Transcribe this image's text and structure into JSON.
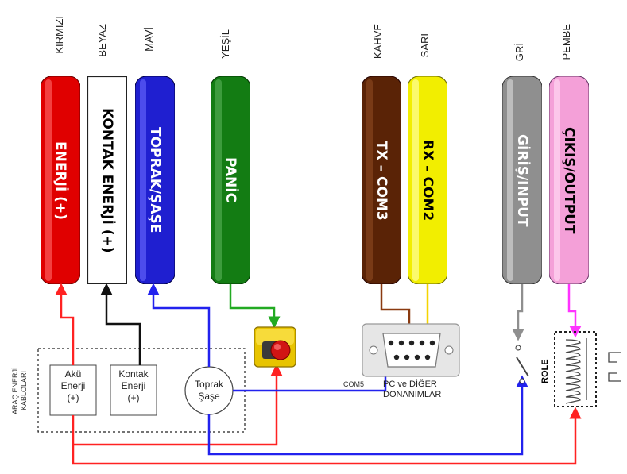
{
  "wires": [
    {
      "color_name": "KIRMIZI",
      "label": "ENERJİ (+)",
      "fill": "#e00000",
      "text": "#ffffff"
    },
    {
      "color_name": "BEYAZ",
      "label": "KONTAK ENERJİ (+)",
      "fill": "#ffffff",
      "text": "#000000"
    },
    {
      "color_name": "MAVİ",
      "label": "TOPRAK/ŞAŞE",
      "fill": "#1f1fd0",
      "text": "#ffffff"
    },
    {
      "color_name": "YEŞİL",
      "label": "PANİC",
      "fill": "#137c13",
      "text": "#ffffff"
    },
    {
      "color_name": "KAHVE",
      "label": "TX – COM3",
      "fill": "#5a2306",
      "text": "#ffffff"
    },
    {
      "color_name": "SARI",
      "label": "RX – COM2",
      "fill": "#f2ee00",
      "text": "#000000"
    },
    {
      "color_name": "GRİ",
      "label": "GİRİŞ/INPUT",
      "fill": "#8f8f8f",
      "text": "#ffffff"
    },
    {
      "color_name": "PEMBE",
      "label": "ÇIKIŞ/OUTPUT",
      "fill": "#f4a0d8",
      "text": "#000000"
    }
  ],
  "vehicle_group_label": [
    "ARAÇ ENERJİ",
    "KABLOLARI"
  ],
  "battery": {
    "line1": "Akü",
    "line2": "Enerji",
    "line3": "(+)"
  },
  "ignition": {
    "line1": "Kontak",
    "line2": "Enerji",
    "line3": "(+)"
  },
  "ground": {
    "line1": "Toprak",
    "line2": "Şaşe"
  },
  "com_label": "COM5",
  "pc_label": {
    "line1": "PC ve DİĞER",
    "line2": "DONANIMLAR"
  },
  "relay_label": "ROLE",
  "colors": {
    "red": "#ff2222",
    "black": "#111111",
    "blue": "#2222ee",
    "green": "#22aa22",
    "brown": "#8a3a10",
    "yellow": "#f5d400",
    "gray": "#8f8f8f",
    "magenta": "#ff33ff"
  }
}
